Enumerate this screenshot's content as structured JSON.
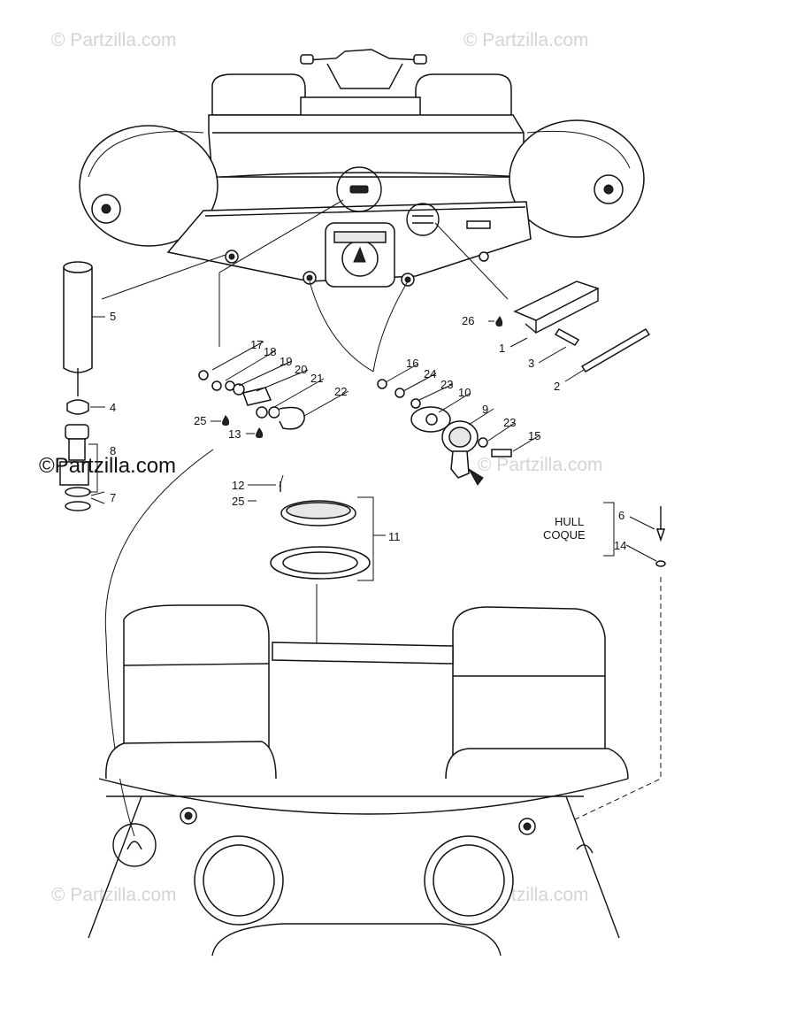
{
  "watermarks": {
    "top_left": "© Partzilla.com",
    "top_right": "© Partzilla.com",
    "center": "©Partzilla.com",
    "mid_right": "© Partzilla.com",
    "bottom_left": "© Partzilla.com",
    "bottom_right": "© Partzilla.com"
  },
  "labels": {
    "p1": "1",
    "p2": "2",
    "p3": "3",
    "p4": "4",
    "p5": "5",
    "p6": "6",
    "p7": "7",
    "p8": "8",
    "p9": "9",
    "p10": "10",
    "p11": "11",
    "p12": "12",
    "p13": "13",
    "p14": "14",
    "p15": "15",
    "p16": "16",
    "p17": "17",
    "p18": "18",
    "p19": "19",
    "p20": "20",
    "p21": "21",
    "p22": "22",
    "p23a": "23",
    "p23b": "23",
    "p24": "24",
    "p25a": "25",
    "p25b": "25",
    "p26": "26"
  },
  "hull_note": {
    "line1": "HULL",
    "line2": "COQUE"
  },
  "colors": {
    "ink": "#111111",
    "watermark": "#d4d4d4",
    "background": "#ffffff"
  }
}
